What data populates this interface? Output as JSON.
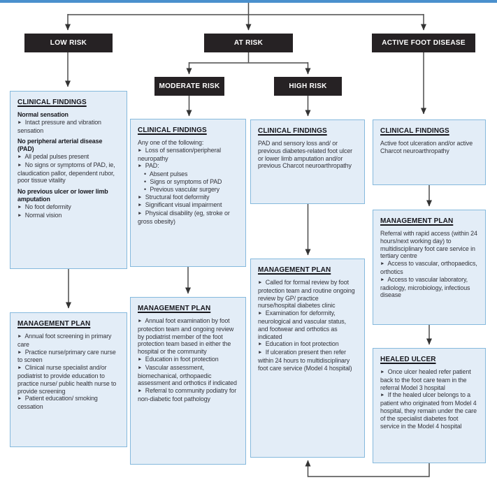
{
  "diagram": {
    "risk_labels": {
      "low": "LOW RISK",
      "at": "AT RISK",
      "active": "ACTIVE FOOT DISEASE",
      "moderate": "MODERATE RISK",
      "high": "HIGH RISK"
    }
  },
  "colors": {
    "accent_bar": "#4a90cd",
    "box_fill": "#e3edf7",
    "box_border": "#85b9dd",
    "label_bg": "#262224",
    "connector_line": "#4c4c4c"
  },
  "boxes": [
    {
      "id": "low-clinical",
      "title": "CLINICAL FINDINGS",
      "segments": [
        {
          "type": "heading",
          "text": "Normal sensation"
        },
        {
          "type": "bullet",
          "text": "Intact pressure and vibration sensation"
        },
        {
          "type": "heading",
          "text": "No peripheral arterial disease (PAD)"
        },
        {
          "type": "bullet",
          "text": "All pedal pulses present"
        },
        {
          "type": "bullet",
          "text": "No signs or symptoms of PAD, ie, claudication pallor, dependent rubor, poor tissue vitality"
        },
        {
          "type": "heading",
          "text": "No previous ulcer or lower limb amputation"
        },
        {
          "type": "bullet",
          "text": "No foot deformity"
        },
        {
          "type": "bullet",
          "text": "Normal vision"
        }
      ]
    },
    {
      "id": "low-management",
      "title": "MANAGEMENT PLAN",
      "segments": [
        {
          "type": "bullet",
          "text": "Annual foot screening in primary care"
        },
        {
          "type": "bullet",
          "text": "Practice nurse/primary care nurse to screen"
        },
        {
          "type": "bullet",
          "text": "Clinical nurse specialist and/or podiatrist to provide education to practice nurse/ public health nurse to provide screening"
        },
        {
          "type": "bullet",
          "text": "Patient education/ smoking cessation"
        }
      ]
    },
    {
      "id": "moderate-clinical",
      "title": "CLINICAL FINDINGS",
      "segments": [
        {
          "type": "para",
          "text": "Any one of the following:"
        },
        {
          "type": "bullet",
          "text": "Loss of sensation/peripheral neuropathy"
        },
        {
          "type": "bullet",
          "text": "PAD:"
        },
        {
          "type": "sub",
          "text": "Absent pulses"
        },
        {
          "type": "sub",
          "text": "Signs or symptoms of PAD"
        },
        {
          "type": "sub",
          "text": "Previous vascular surgery"
        },
        {
          "type": "bullet",
          "text": "Structural foot deformity"
        },
        {
          "type": "bullet",
          "text": "Significant visual impairment"
        },
        {
          "type": "bullet",
          "text": "Physical disability (eg, stroke or gross obesity)"
        }
      ]
    },
    {
      "id": "moderate-management",
      "title": "MANAGEMENT PLAN",
      "segments": [
        {
          "type": "bullet",
          "text": "Annual foot examination by foot protection team and ongoing review by podiatrist member of the foot protection team based in either the hospital or the community"
        },
        {
          "type": "bullet",
          "text": "Education in foot protection"
        },
        {
          "type": "bullet",
          "text": "Vascular assessment, biomechanical, orthopaedic assessment and orthotics if indicated"
        },
        {
          "type": "bullet",
          "text": "Referral to community podiatry for non-diabetic foot pathology"
        }
      ]
    },
    {
      "id": "high-clinical",
      "title": "CLINICAL FINDINGS",
      "segments": [
        {
          "type": "para",
          "text": "PAD and sensory loss and/ or previous diabetes-related foot ulcer or lower limb amputation and/or previous Charcot neuroarthropathy"
        }
      ]
    },
    {
      "id": "high-management",
      "title": "MANAGEMENT PLAN",
      "segments": [
        {
          "type": "bullet",
          "text": "Called for formal review by foot protection team and routine ongoing review by GP/ practice nurse/hospital diabetes clinic"
        },
        {
          "type": "bullet",
          "text": "Examination for deformity, neurological and vascular status, and footwear and orthotics as indicated"
        },
        {
          "type": "bullet",
          "text": "Education in foot protection"
        },
        {
          "type": "bullet",
          "text": "If ulceration present then refer within 24 hours to multidisciplinary foot care service (Model 4 hospital)"
        }
      ]
    },
    {
      "id": "active-clinical",
      "title": "CLINICAL FINDINGS",
      "segments": [
        {
          "type": "para",
          "text": "Active foot ulceration and/or active Charcot neuroarthropathy"
        }
      ]
    },
    {
      "id": "active-management",
      "title": "MANAGEMENT PLAN",
      "segments": [
        {
          "type": "para",
          "text": "Referral with rapid access (within 24 hours/next working day) to multidisciplinary foot care service in tertiary centre"
        },
        {
          "type": "bullet",
          "text": "Access to vascular, orthopaedics, orthotics"
        },
        {
          "type": "bullet",
          "text": "Access to vascular laboratory, radiology, microbiology, infectious disease"
        }
      ]
    },
    {
      "id": "healed-ulcer",
      "title": "HEALED ULCER",
      "segments": [
        {
          "type": "bullet",
          "text": "Once ulcer healed refer patient back to the foot care team in the referral Model 3 hospital"
        },
        {
          "type": "bullet",
          "text": "If the healed ulcer belongs to a patient who originated from Model 4 hospital, they remain under the care of the specialist diabetes foot service in the Model 4 hospital"
        }
      ]
    }
  ]
}
